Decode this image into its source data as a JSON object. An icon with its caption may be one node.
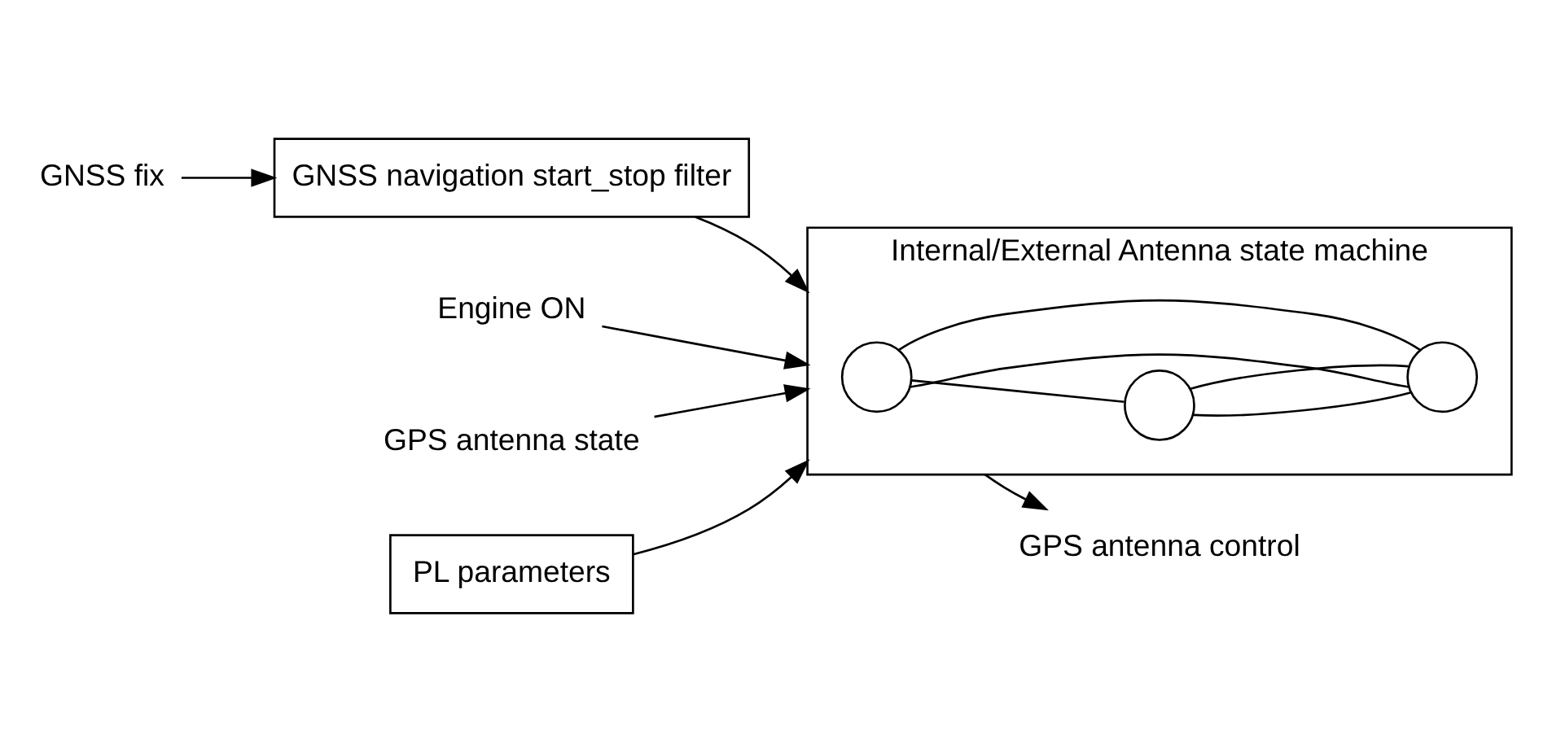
{
  "diagram": {
    "nodes": [
      {
        "text": [
          "GNSS fix"
        ]
      },
      {
        "text": [
          "GNSS navigation start_stop filter"
        ]
      },
      {
        "text": [
          "Internal/External Antenna state machine"
        ]
      },
      {
        "text": [],
        "shape": "circle",
        "in": 2
      },
      {
        "text": [],
        "shape": "circle",
        "in": 2
      },
      {
        "text": [],
        "shape": "circle",
        "in": 2
      },
      {
        "text": [
          "Engine ON"
        ]
      },
      {
        "text": [
          "GPS antenna state"
        ]
      },
      {
        "text": [
          "GPS antenna control"
        ]
      },
      {
        "text": [
          "PL parameters"
        ]
      }
    ],
    "edges": [
      {
        "from": 0,
        "to": 1,
        "arrow": "to"
      },
      {
        "from": 1,
        "to": 2,
        "arrow": "to"
      },
      {
        "from": 6,
        "to": 2,
        "arrow": "to"
      },
      {
        "from": 7,
        "to": 2,
        "arrow": "to"
      },
      {
        "from": 2,
        "to": 8,
        "arrow": "to"
      },
      {
        "from": 9,
        "to": 2,
        "arrow": "to"
      },
      {
        "from": 3,
        "to": 4,
        "arrow": "none"
      },
      {
        "from": 3,
        "to": 5,
        "arrow": "none"
      },
      {
        "from": 3,
        "to": 5,
        "arrow": "none"
      },
      {
        "from": 4,
        "to": 5,
        "arrow": "none"
      },
      {
        "from": 4,
        "to": 5,
        "arrow": "none"
      }
    ]
  }
}
